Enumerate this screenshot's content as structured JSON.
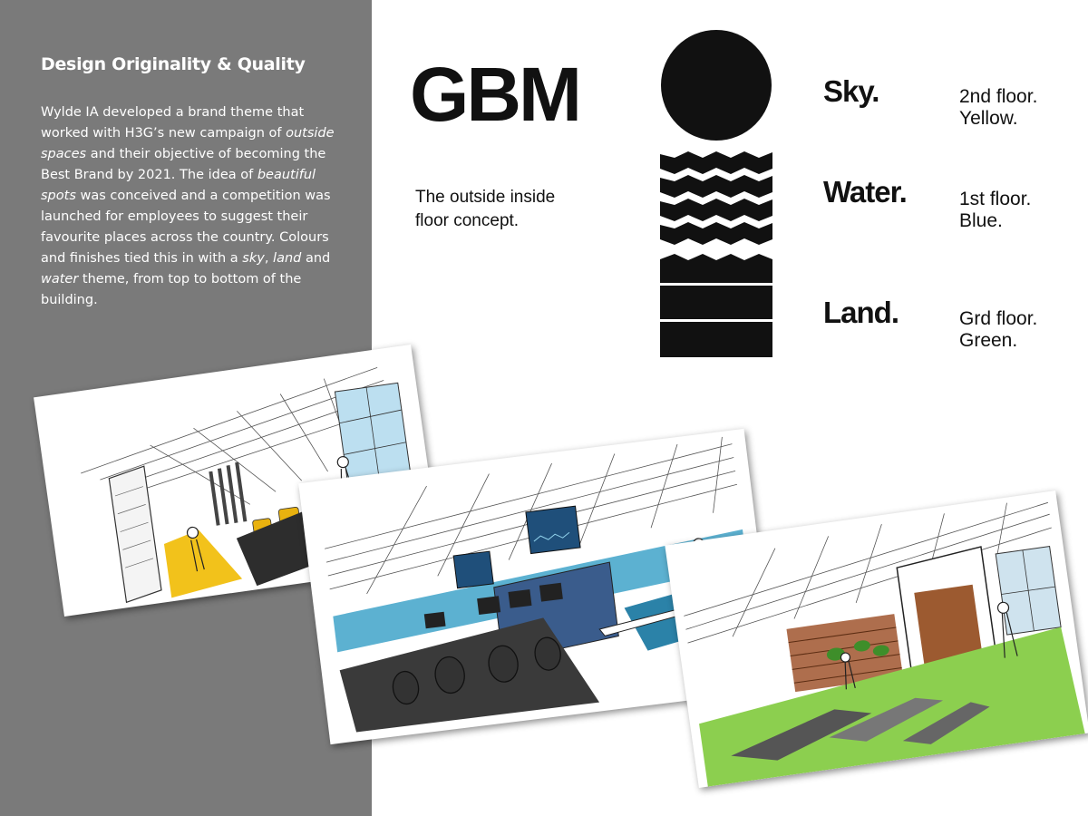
{
  "panel": {
    "title": "Design Originality & Quality",
    "body": [
      {
        "text": "Wylde IA developed a brand theme that worked with H3G’s new campaign of ",
        "italic": false
      },
      {
        "text": "outside spaces",
        "italic": true
      },
      {
        "text": " and their objective of becoming the Best Brand by 2021. The idea of ",
        "italic": false
      },
      {
        "text": "beautiful spots",
        "italic": true
      },
      {
        "text": " was conceived and a competition was launched for employees to suggest their favourite places across the country. Colours and finishes tied this in with a ",
        "italic": false
      },
      {
        "text": "sky",
        "italic": true
      },
      {
        "text": ", ",
        "italic": false
      },
      {
        "text": "land",
        "italic": true
      },
      {
        "text": " and ",
        "italic": false
      },
      {
        "text": "water",
        "italic": true
      },
      {
        "text": " theme, from top to bottom of the building.",
        "italic": false
      }
    ],
    "background": "#7a7a7a"
  },
  "brand": {
    "logo": "GBM",
    "concept_line1": "The outside inside",
    "concept_line2": "floor concept.",
    "graphic_icon": "sky-water-land-column-icon"
  },
  "themes": [
    {
      "word": "Sky.",
      "floor": "2nd floor.",
      "colour": "Yellow."
    },
    {
      "word": "Water.",
      "floor": "1st floor.",
      "colour": "Blue."
    },
    {
      "word": "Land.",
      "floor": "Grd floor.",
      "colour": "Green."
    }
  ],
  "sketches": [
    {
      "name": "yellow-sky-floor-sketch",
      "accent": "#f2c21b"
    },
    {
      "name": "blue-water-floor-sketch",
      "accent": "#3a9cc2"
    },
    {
      "name": "green-land-floor-sketch",
      "accent": "#7cc43a"
    }
  ]
}
